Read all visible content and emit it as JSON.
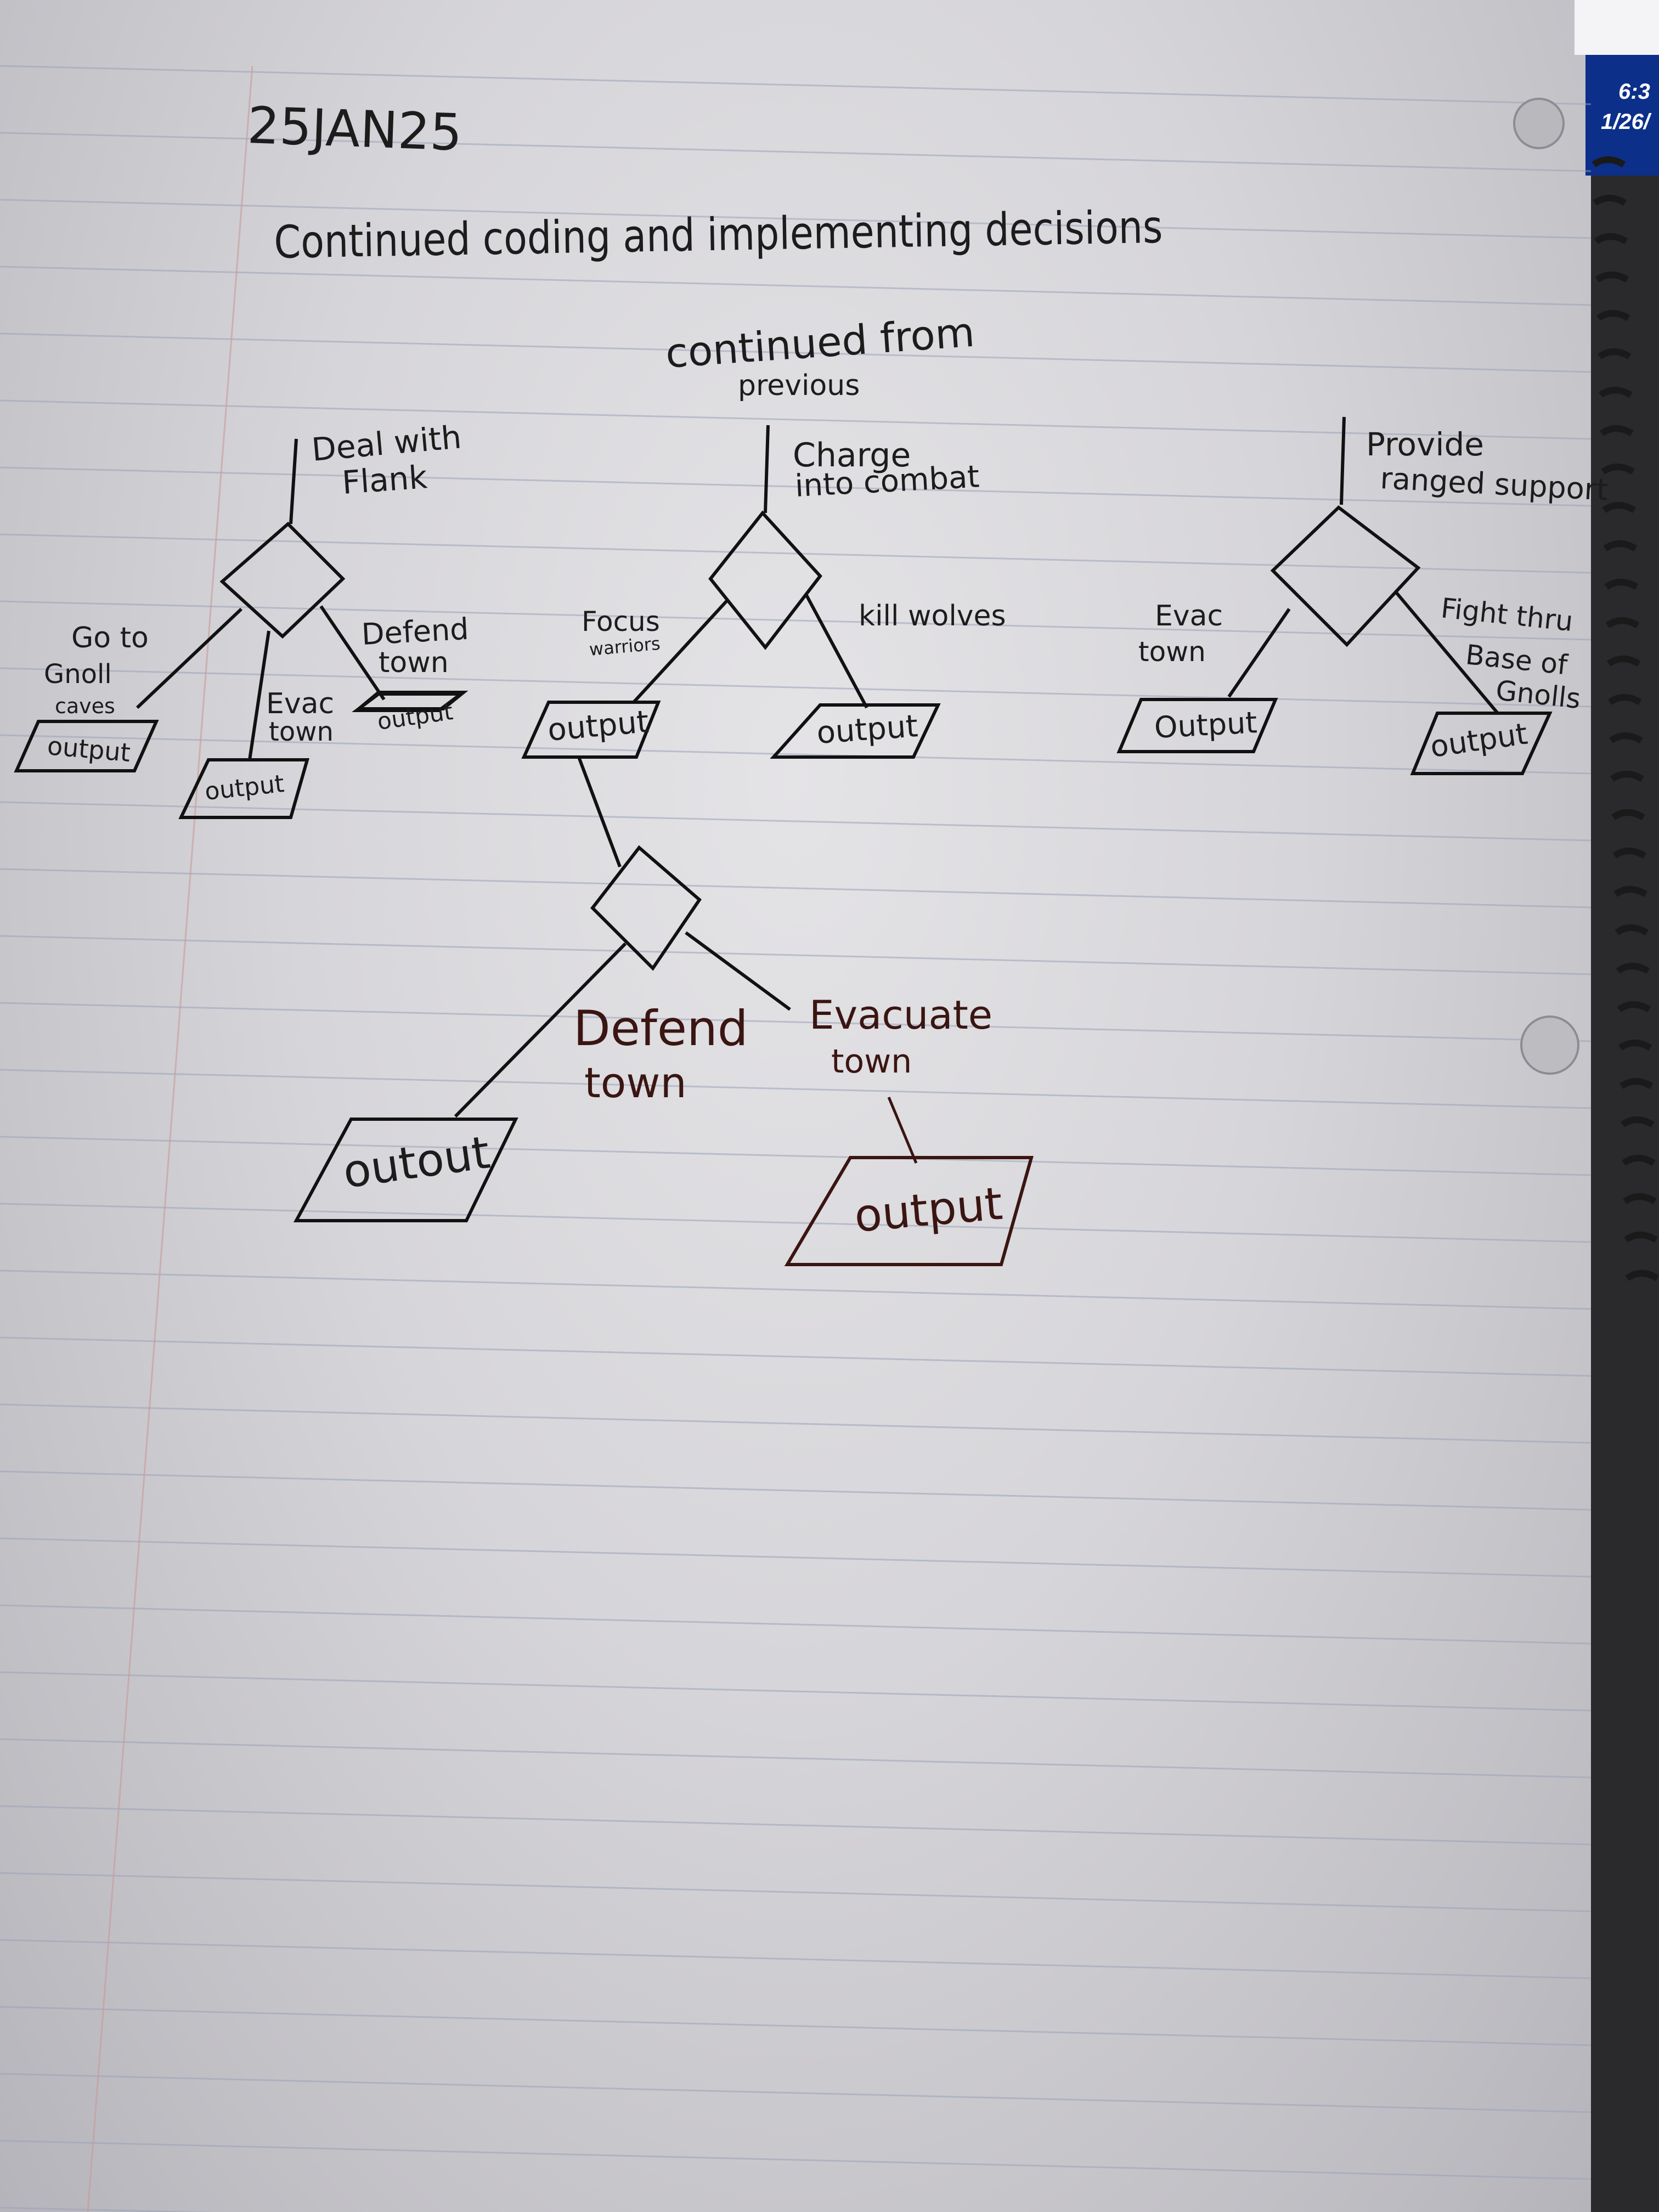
{
  "header": {
    "date": "25JAN25",
    "title": "Continued coding and implementing decisions",
    "continued_line1": "continued from",
    "continued_line2": "previous"
  },
  "screen_clock": {
    "time": "6:3",
    "date": "1/26/"
  },
  "trees": {
    "left": {
      "root": "Deal with Flank",
      "branch_a_line1": "Go to",
      "branch_a_line2": "Gnoll",
      "branch_a_line3": "caves",
      "branch_a_output": "output",
      "branch_b_line1": "Evac",
      "branch_b_line2": "town",
      "branch_b_output": "output",
      "branch_c_line1": "Defend",
      "branch_c_line2": "town",
      "branch_c_output": "output"
    },
    "middle": {
      "root_line1": "Charge",
      "root_line2": "into combat",
      "branch_a_line1": "Focus",
      "branch_a_line2": "warriors",
      "branch_a_output": "output",
      "branch_b": "kill wolves",
      "branch_b_output": "output"
    },
    "sub": {
      "branch_a_line1": "Defend",
      "branch_a_line2": "town",
      "branch_a_output": "outout",
      "branch_b_line1": "Evacuate",
      "branch_b_line2": "town",
      "branch_b_output": "output"
    },
    "right": {
      "root_line1": "Provide",
      "root_line2": "ranged support",
      "branch_a_line1": "Evac",
      "branch_a_line2": "town",
      "branch_a_output": "Output",
      "branch_b_line1": "Fight thru",
      "branch_b_line2": "Base of",
      "branch_b_line3": "Gnolls",
      "branch_b_output": "output"
    }
  }
}
